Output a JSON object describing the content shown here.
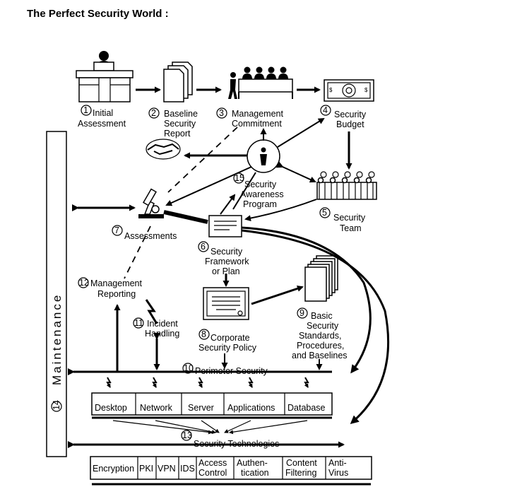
{
  "title": "The  Perfect Security  World :",
  "maintenance": "Maintenance",
  "steps": {
    "s1": [
      "1",
      "Initial",
      "Assessment"
    ],
    "s2": [
      "2",
      "Baseline",
      "Security",
      "Report"
    ],
    "s3": [
      "3",
      "Management",
      "Commitment"
    ],
    "s4": [
      "4",
      "Security",
      "Budget"
    ],
    "s5": [
      "5",
      "Security",
      "Team"
    ],
    "s6": [
      "6",
      "Security",
      "Framework",
      "or Plan"
    ],
    "s7": [
      "7",
      "Assessments"
    ],
    "s8": [
      "8",
      "Corporate",
      "Security Policy"
    ],
    "s9": [
      "9",
      "Basic",
      "Security",
      "Standards,",
      "Procedures,",
      "and Baselines"
    ],
    "s10": [
      "10",
      "Perimeter Security"
    ],
    "s11": [
      "11",
      "Incident",
      "Handling"
    ],
    "s12": [
      "12",
      "Management",
      "Reporting"
    ],
    "s13": [
      "13",
      "Security Technologies"
    ],
    "s14": [
      "14"
    ],
    "s15": [
      "15",
      "Security",
      "Awareness",
      "Program"
    ]
  },
  "perimeter_boxes": [
    "Desktop",
    "Network",
    "Server",
    "Applications",
    "Database"
  ],
  "tech_boxes": [
    [
      "Encryption"
    ],
    [
      "PKI"
    ],
    [
      "VPN"
    ],
    [
      "IDS"
    ],
    [
      "Access",
      "Control"
    ],
    [
      "Authen-",
      "tication"
    ],
    [
      "Content",
      "Filtering"
    ],
    [
      "Anti-",
      "Virus"
    ]
  ]
}
